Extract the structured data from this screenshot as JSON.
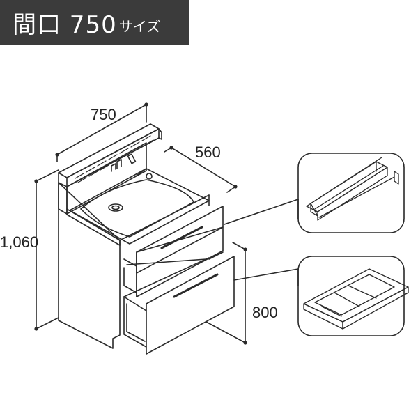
{
  "header": {
    "title": "間口 750",
    "title_suffix": "サイズ"
  },
  "dimensions": {
    "width": "750",
    "depth": "560",
    "height": "1,060",
    "floor_to_counter": "800"
  },
  "colors": {
    "header_bg": "#3b3b3b",
    "header_text": "#ffffff",
    "line": "#2a2a2a"
  }
}
